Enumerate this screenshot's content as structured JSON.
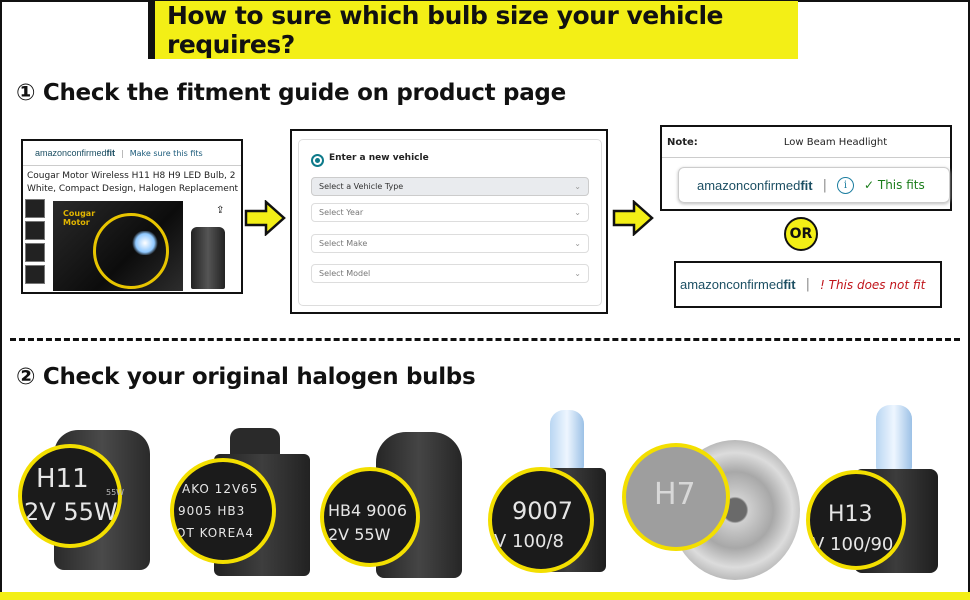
{
  "banner": {
    "title": "How to sure which bulb size your vehicle requires?"
  },
  "step1": {
    "label": "① Check the fitment guide on product page"
  },
  "step2": {
    "label": "② Check your original halogen bulbs"
  },
  "product_card": {
    "brand_prefix": "amazon",
    "brand_mid": "confirmed",
    "brand_suffix": "fit",
    "make_sure": "Make sure this fits",
    "title_line1": "Cougar Motor Wireless H11 H8 H9 LED Bulb, 2",
    "title_line2": "White, Compact Design, Halogen Replacement",
    "box_brand": "Cougar Motor"
  },
  "vehicle_form": {
    "radio_label": "Enter a new vehicle",
    "type_placeholder": "Select a Vehicle Type",
    "year_placeholder": "Select Year",
    "make_placeholder": "Select Make",
    "model_placeholder": "Select Model"
  },
  "fit_note": {
    "note_label": "Note:",
    "note_value": "Low Beam Headlight",
    "fits_text": "✓ This fits"
  },
  "or_label": "OR",
  "no_fit": {
    "text": "! This does not fit"
  },
  "bulbs": [
    {
      "line1": "H11",
      "line2": "2V 55W",
      "extra": "55W"
    },
    {
      "line1": "AKO 12V65",
      "line2": "9005  HB3",
      "line3": "OT KOREA4"
    },
    {
      "line1": "HB4 9006",
      "line2": "2V 55W"
    },
    {
      "line1": "9007",
      "line2": "V 100/8"
    },
    {
      "line1": "H7"
    },
    {
      "line1": "H13",
      "line2": "V 100/90"
    }
  ],
  "colors": {
    "accent_yellow": "#f3ef16",
    "amazon_teal": "#1c4f63",
    "fit_green": "#1b7d1b",
    "nofit_red": "#c0141a"
  }
}
